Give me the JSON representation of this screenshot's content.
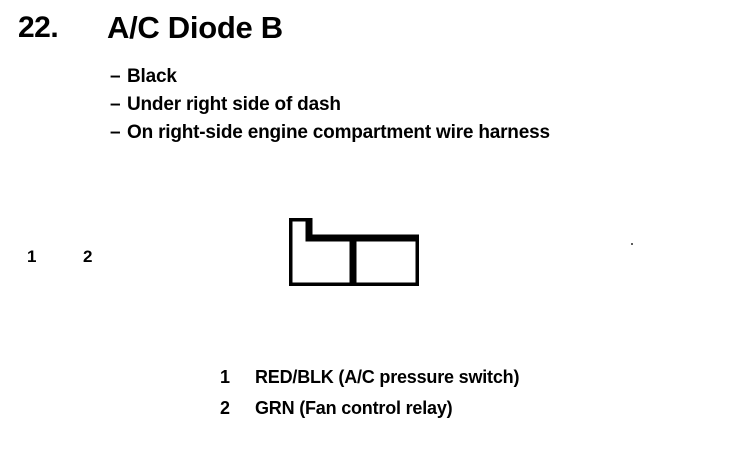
{
  "header": {
    "number": "22.",
    "title": "A/C Diode B"
  },
  "description": {
    "dash": "–",
    "items": [
      "Black",
      "Under right side of dash",
      "On right-side engine compartment wire harness"
    ]
  },
  "connector": {
    "name": "2-pin connector outline with keying notch at top left",
    "stroke_color": "#000000",
    "fill_color": "#ffffff",
    "cavities": [
      {
        "number": "1"
      },
      {
        "number": "2"
      }
    ]
  },
  "legend": {
    "rows": [
      {
        "pin": "1",
        "label": "RED/BLK (A/C pressure switch)"
      },
      {
        "pin": "2",
        "label": "GRN (Fan control relay)"
      }
    ]
  }
}
